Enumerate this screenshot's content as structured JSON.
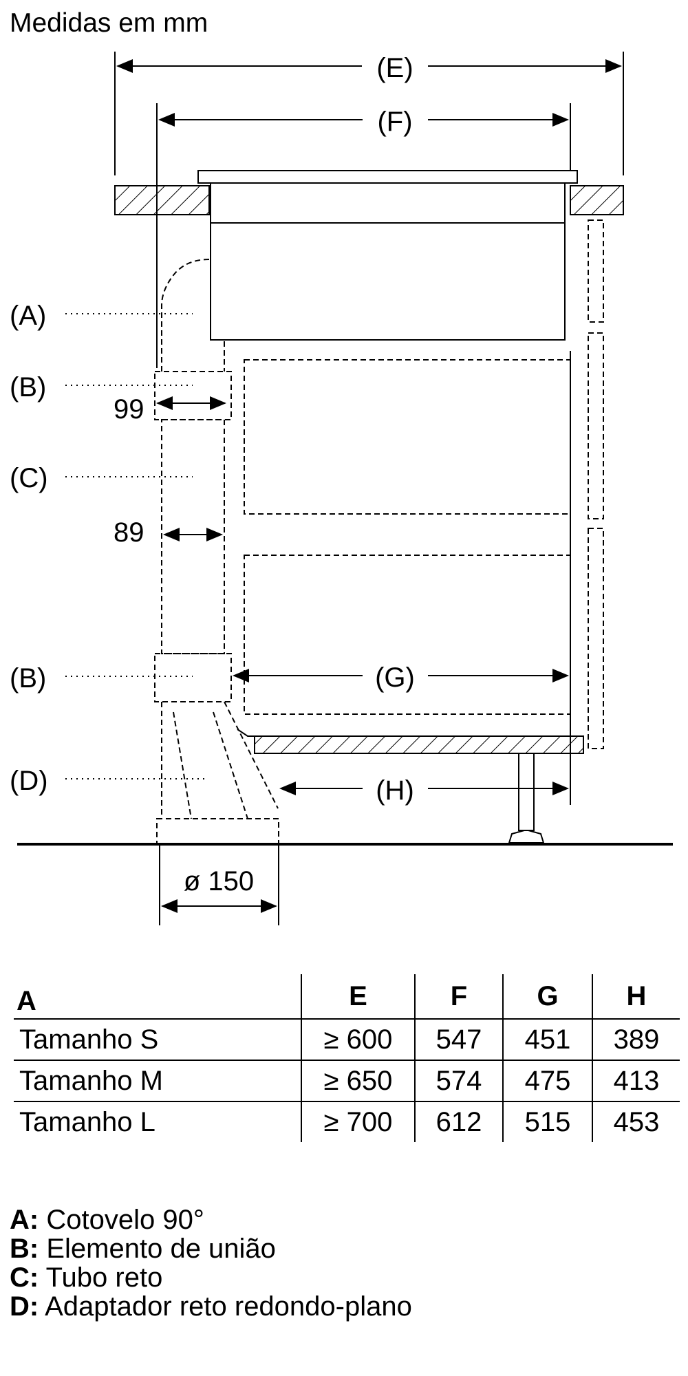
{
  "units_label": "Medidas em mm",
  "labels": {
    "E": "(E)",
    "F": "(F)",
    "G": "(G)",
    "H": "(H)",
    "A": "(A)",
    "B_top": "(B)",
    "C": "(C)",
    "B_bottom": "(B)",
    "D": "(D)"
  },
  "dimensions": {
    "d99": "99",
    "d89": "89",
    "d150": "ø 150"
  },
  "table": {
    "headers": [
      "A",
      "E",
      "F",
      "G",
      "H"
    ],
    "rows": [
      [
        "Tamanho S",
        "≥ 600",
        "547",
        "451",
        "389"
      ],
      [
        "Tamanho M",
        "≥ 650",
        "574",
        "475",
        "413"
      ],
      [
        "Tamanho L",
        "≥ 700",
        "612",
        "515",
        "453"
      ]
    ]
  },
  "legend": [
    {
      "key": "A:",
      "text": "Cotovelo 90°"
    },
    {
      "key": "B:",
      "text": "Elemento de união"
    },
    {
      "key": "C:",
      "text": "Tubo reto"
    },
    {
      "key": "D:",
      "text": "Adaptador reto redondo-plano"
    }
  ]
}
